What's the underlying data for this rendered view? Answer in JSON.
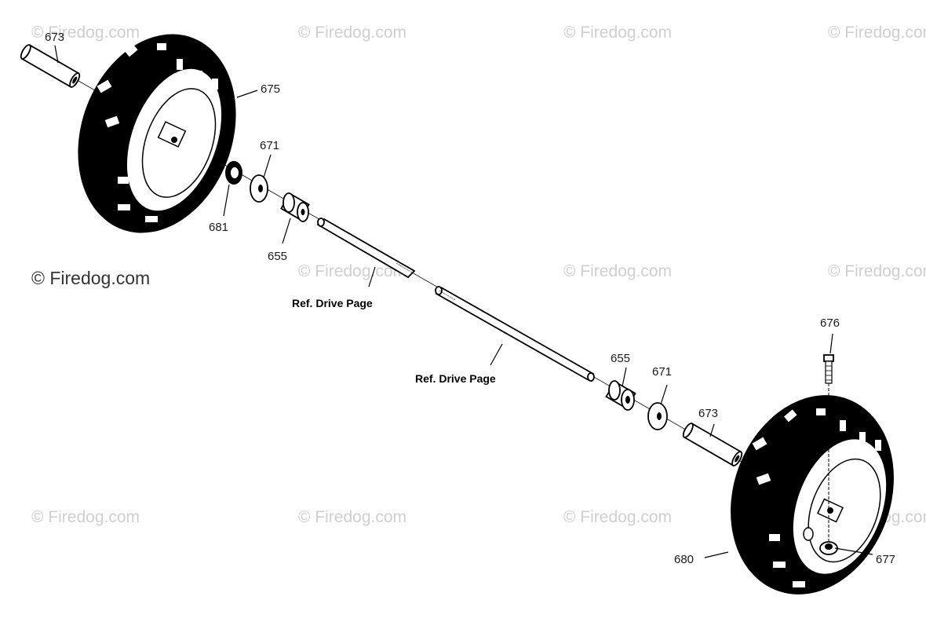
{
  "watermark": "© Firedog.com",
  "parts": {
    "p673_top": "673",
    "p675": "675",
    "p671_top": "671",
    "p681": "681",
    "p655_top": "655",
    "p676": "676",
    "p655_bottom": "655",
    "p671_bottom": "671",
    "p673_bottom": "673",
    "p680": "680",
    "p677": "677"
  },
  "refs": {
    "upper": "Ref. Drive Page",
    "lower": "Ref. Drive Page"
  }
}
